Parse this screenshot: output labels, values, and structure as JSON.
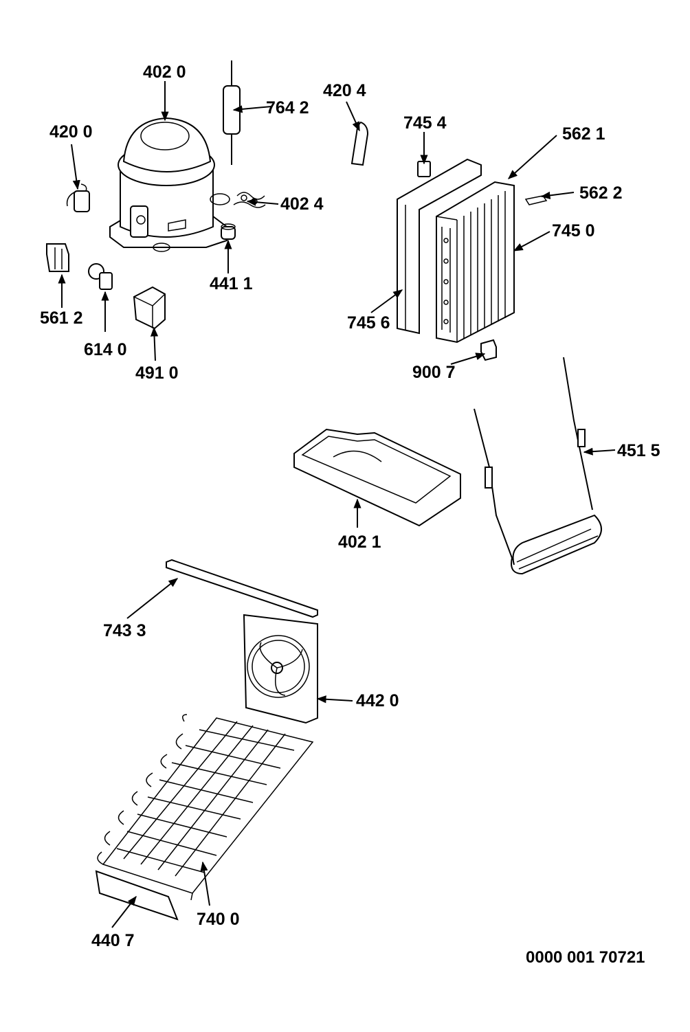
{
  "labels": {
    "p4020": "402 0",
    "p7642": "764 2",
    "p4204": "420 4",
    "p7454": "745 4",
    "p5621": "562 1",
    "p4200": "420 0",
    "p5622": "562 2",
    "p4024": "402 4",
    "p7450": "745 0",
    "p4411": "441 1",
    "p5612": "561 2",
    "p6140": "614 0",
    "p7456": "745 6",
    "p4910": "491 0",
    "p9007": "900 7",
    "p4515": "451 5",
    "p4021": "402 1",
    "p7433": "743 3",
    "p4420": "442 0",
    "p7400": "740 0",
    "p4407": "440 7"
  },
  "doc_number": "0000 001 70721"
}
